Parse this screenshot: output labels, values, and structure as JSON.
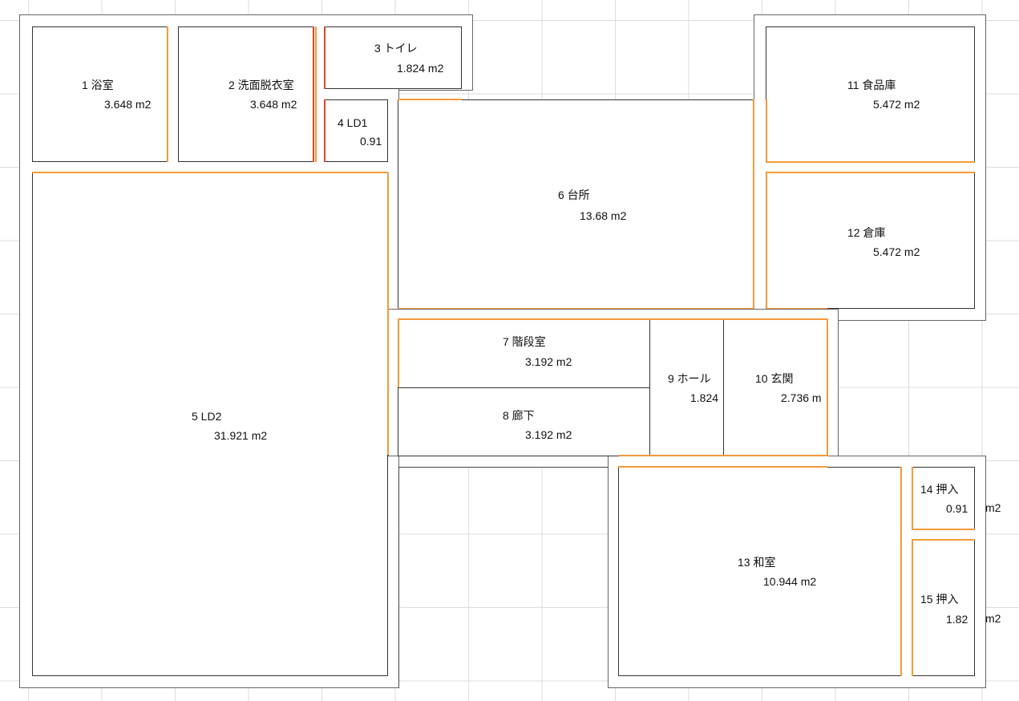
{
  "rooms": [
    {
      "id": "r1",
      "label": "1 浴室",
      "area": "3.648 m2"
    },
    {
      "id": "r2",
      "label": "2 洗面脱衣室",
      "area": "3.648 m2"
    },
    {
      "id": "r3",
      "label": "3 トイレ",
      "area": "1.824 m2"
    },
    {
      "id": "r4",
      "label": "4 LD1",
      "area": "0.91"
    },
    {
      "id": "r5",
      "label": "5 LD2",
      "area": "31.921 m2"
    },
    {
      "id": "r6",
      "label": "6 台所",
      "area": "13.68 m2"
    },
    {
      "id": "r7",
      "label": "7 階段室",
      "area": "3.192 m2"
    },
    {
      "id": "r8",
      "label": "8 廊下",
      "area": "3.192 m2"
    },
    {
      "id": "r9",
      "label": "9 ホール",
      "area": "1.824"
    },
    {
      "id": "r10",
      "label": "10 玄関",
      "area": "2.736 m"
    },
    {
      "id": "r11",
      "label": "11 食品庫",
      "area": "5.472 m2"
    },
    {
      "id": "r12",
      "label": "12 倉庫",
      "area": "5.472 m2"
    },
    {
      "id": "r13",
      "label": "13 和室",
      "area": "10.944 m2"
    },
    {
      "id": "r14",
      "label": "14 押入",
      "area": "0.91",
      "area_suffix": "m2"
    },
    {
      "id": "r15",
      "label": "15 押入",
      "area": "1.82",
      "area_suffix": "m2"
    }
  ]
}
